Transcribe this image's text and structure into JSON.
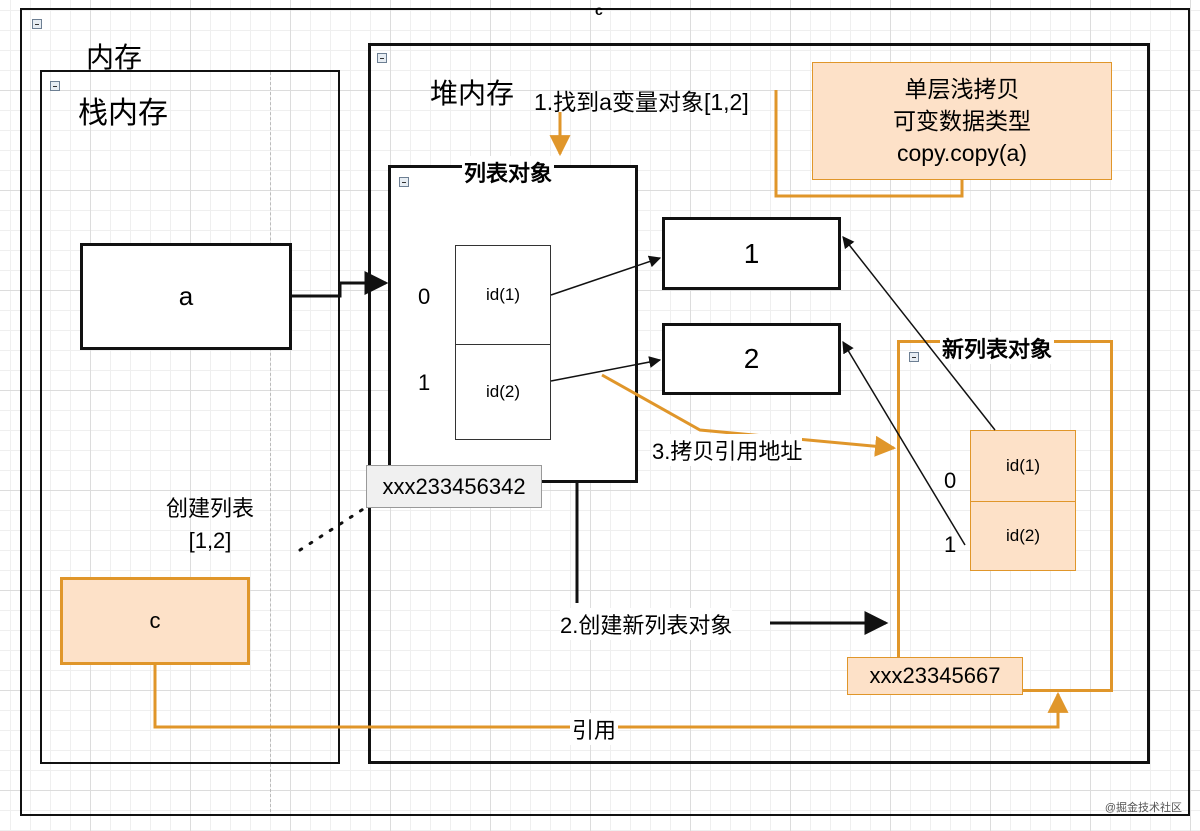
{
  "canvas": {
    "title": "c"
  },
  "memory": {
    "title": "内存"
  },
  "stack": {
    "title": "栈内存",
    "var_a": "a",
    "var_c": "c",
    "create_list_label": "创建列表",
    "create_list_value": "[1,2]"
  },
  "heap": {
    "title": "堆内存",
    "step1": "1.找到a变量对象[1,2]",
    "step2": "2.创建新列表对象",
    "step3": "3.拷贝引用地址",
    "list_object": {
      "title": "列表对象",
      "rows": [
        {
          "index": "0",
          "ref": "id(1)"
        },
        {
          "index": "1",
          "ref": "id(2)"
        }
      ],
      "address": "xxx233456342"
    },
    "value_1": "1",
    "value_2": "2",
    "new_list_object": {
      "title": "新列表对象",
      "rows": [
        {
          "index": "0",
          "ref": "id(1)"
        },
        {
          "index": "1",
          "ref": "id(2)"
        }
      ],
      "address": "xxx23345667"
    },
    "note": {
      "line1": "单层浅拷贝",
      "line2": "可变数据类型",
      "line3": "copy.copy(a)"
    }
  },
  "reference_label": "引用",
  "watermark": "@掘金技术社区",
  "colors": {
    "orange": "#e0962a",
    "peach": "#fde1c8",
    "black": "#111111"
  }
}
